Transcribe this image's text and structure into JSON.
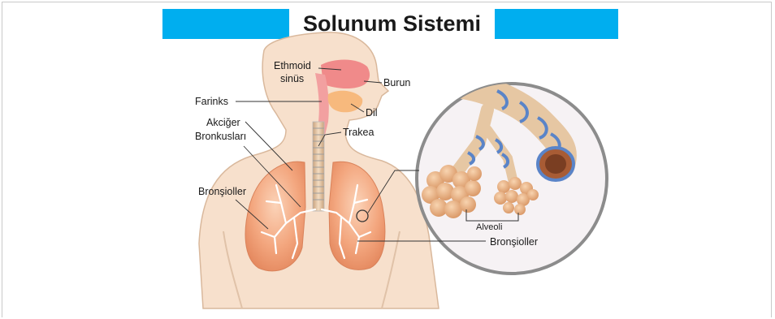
{
  "title": "Solunum Sistemi",
  "labels": {
    "ethmoid": "Ethmoid",
    "sinus": "sinüs",
    "burun": "Burun",
    "farinks": "Farinks",
    "dil": "Dil",
    "trakea": "Trakea",
    "akciger": "Akciğer",
    "bronkuslari": "Bronkusları",
    "bronsioller_left": "Bronşioller",
    "alveoli": "Alveoli",
    "bronsioller_right": "Bronşioller"
  },
  "colors": {
    "title_accent": "#00aeef",
    "skin": "#f6dcc6",
    "lung": "#f2a27a",
    "nasal": "#f08a8a",
    "alveoli": "#e8b085",
    "bronchiole_ring": "#5a84c8"
  }
}
